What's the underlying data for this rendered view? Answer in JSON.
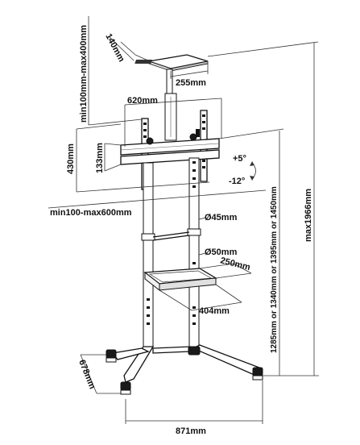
{
  "dimensions": {
    "tray_depth": "140mm",
    "tray_width": "255mm",
    "vesa_height_range": "min100mm-max400mm",
    "mount_width": "620mm",
    "mount_height": "430mm",
    "bracket_height": "133mm",
    "vesa_width_range": "min100-max600mm",
    "tilt_up": "+5°",
    "tilt_down": "-12°",
    "pole_diameter_upper": "Ø45mm",
    "pole_diameter_lower": "Ø50mm",
    "shelf_depth": "250mm",
    "shelf_width": "404mm",
    "height_options": "1285mm or 1340mm or 1395mm or 1450mm",
    "max_height": "max1966mm",
    "base_depth": "678mm",
    "base_width": "871mm"
  }
}
